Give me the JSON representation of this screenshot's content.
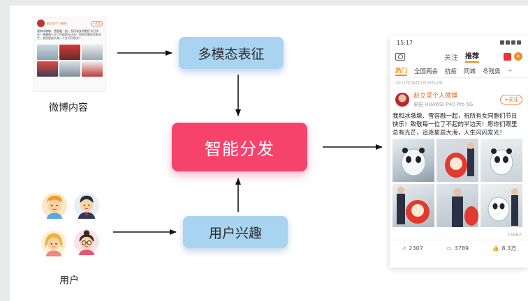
{
  "nodes": {
    "multimodal": "多模态表征",
    "distribution": "智能分发",
    "interest": "用户兴趣"
  },
  "labels": {
    "weibo_content": "微博内容",
    "user": "用户"
  },
  "thumbnail": {
    "author": "赵立坚个人微博",
    "follow": "+关注",
    "text": "我和冰墩墩、雪容融一起，祝所有女同胞们节日快乐！致敬每一位了不起的半边天！愿你们眼里总有光芒，追逐星辰大海，人生闪闪发光！"
  },
  "phone": {
    "status_time": "15:17",
    "top_tabs": {
      "follow": "关注",
      "recommend": "推荐"
    },
    "channels": [
      "热门",
      "全国两会",
      "抗疫",
      "同城",
      "冬残奥"
    ],
    "channel_more": "+",
    "sub_note": "2021年08月3日2时14分",
    "post": {
      "author": "赵立坚个人微博",
      "source": "来自 HUAWEI P40 Pro 5G",
      "follow": "+关注",
      "text": "我和冰墩墩、雪容融一起，祝所有女同胞们节日快乐！致敬每一位了不起的半边天！愿你们眼里总有光芒，追逐星辰大海，人生闪闪发光！",
      "reads": "1558人",
      "actions": {
        "repost": "2307",
        "comment": "3789",
        "like": "8.3万"
      }
    }
  },
  "colors": {
    "node_blue": "#a9d4f1",
    "node_pink": "#f6436c",
    "accent_orange": "#f58a1e"
  }
}
